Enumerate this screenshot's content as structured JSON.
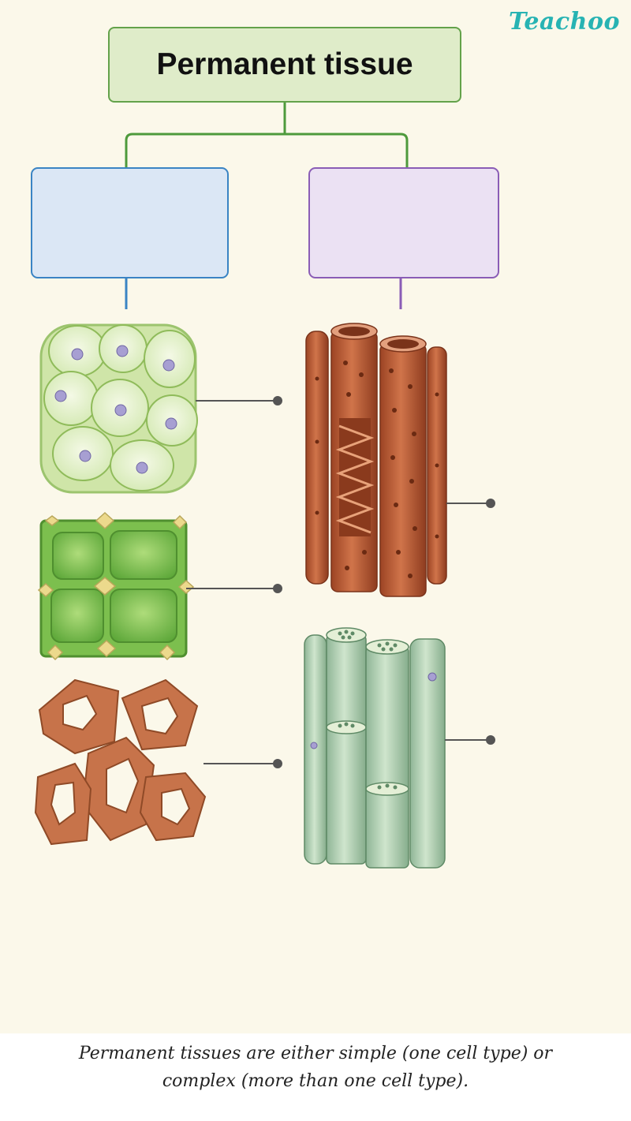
{
  "brand": {
    "logo_text": "Teachoo",
    "logo_color": "#27b3b3"
  },
  "title": "Permanent tissue",
  "categories": {
    "left": {
      "label": "",
      "border_color": "#3a84c4",
      "fill_color": "#dbe7f5"
    },
    "right": {
      "label": "",
      "border_color": "#8a5db6",
      "fill_color": "#ebe1f3"
    }
  },
  "simple_tissues": [
    {
      "name": "parenchyma-illustration",
      "label": ""
    },
    {
      "name": "collenchyma-illustration",
      "label": ""
    },
    {
      "name": "sclerenchyma-illustration",
      "label": ""
    }
  ],
  "complex_tissues": [
    {
      "name": "xylem-illustration",
      "label": ""
    },
    {
      "name": "phloem-illustration",
      "label": ""
    }
  ],
  "caption": {
    "line1": "Permanent tissues are either simple (one cell type) or",
    "line2": "complex (more than one cell type)."
  }
}
